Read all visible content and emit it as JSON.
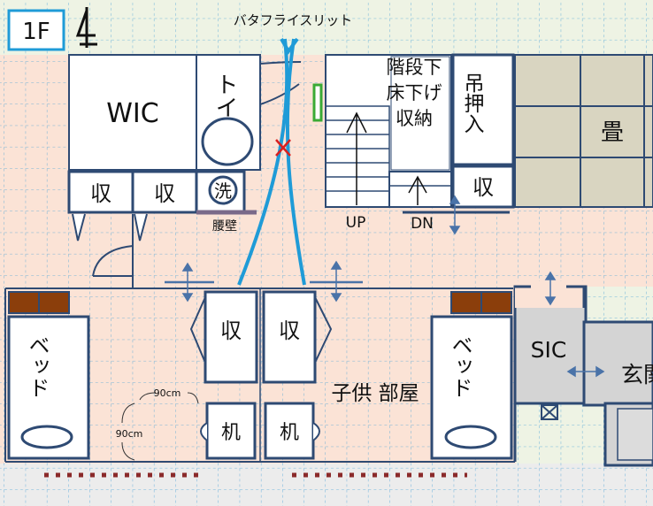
{
  "floor_badge": "1F",
  "slit_label": "バタフライスリット",
  "rooms": {
    "wic": "WIC",
    "toilet": "トイレ",
    "stair_storage": "階段下床下げ収納",
    "hanging": "吊押入",
    "tatami": "畳",
    "shu": "収",
    "wash": "洗",
    "koshikabe": "腰壁",
    "up": "UP",
    "dn": "DN",
    "bed": "ベッド",
    "desk": "机",
    "kids_room": "子供 部屋",
    "sic": "SIC",
    "genkan": "玄関"
  },
  "dims": {
    "width": "90cm",
    "depth": "90cm"
  },
  "colors": {
    "floor": "#fbe3d6",
    "outside": "#eef3e4",
    "wall": "#2e4a73",
    "accent_blue": "#1f9bd7",
    "tatami": "#d9d5c1",
    "headboard": "#8b3e0b",
    "mark_red": "#d92020",
    "slit_green": "#3aaa35",
    "entry_gray": "#d4d4d4",
    "dotted": "#8b2a2a"
  }
}
